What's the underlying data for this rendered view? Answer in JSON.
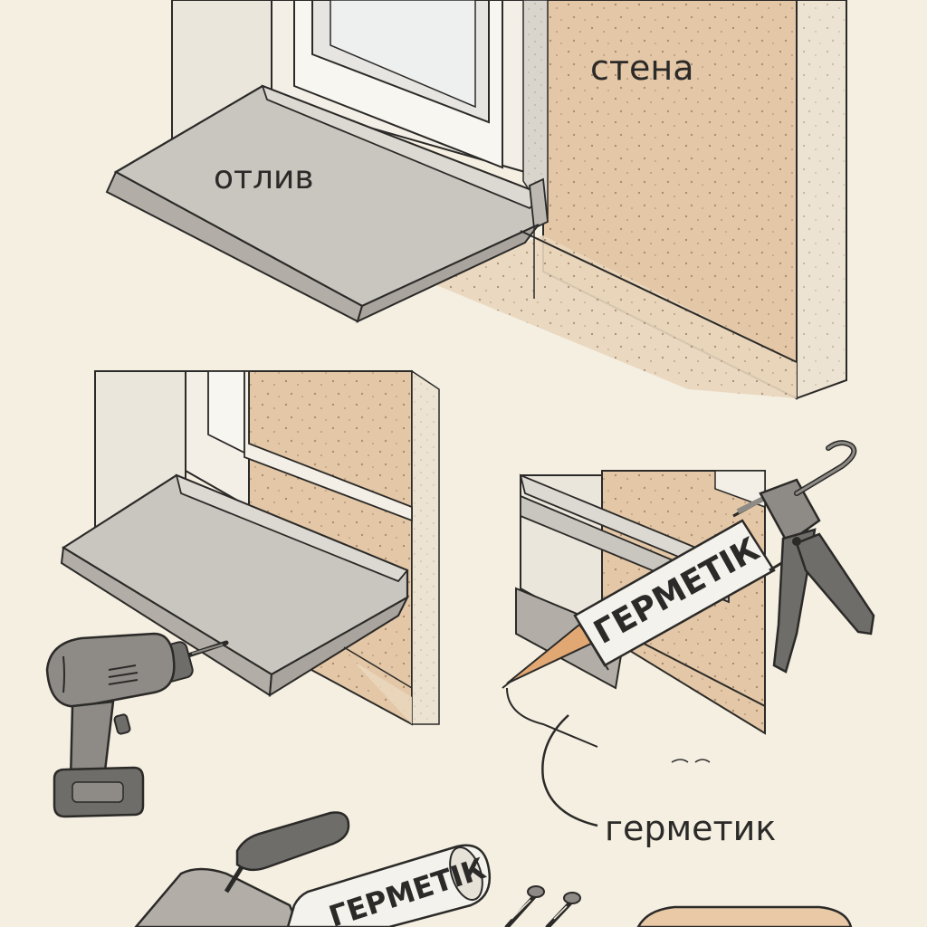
{
  "labels": {
    "sill": "отлив",
    "wall": "стена",
    "sealant": "герметик"
  },
  "tubes": {
    "gun_tube": "ГЕРМЕТІК",
    "loose_tube": "ГЕРМЕТІК"
  },
  "icons": [
    "drill-icon",
    "caulking-gun-icon",
    "trowel-icon",
    "sealant-tube-icon",
    "screw-icon"
  ],
  "colors": {
    "background": "#f5efe2",
    "wall": "#e3c7a6",
    "metal": "#c9c5bf",
    "frame": "#f3efe6",
    "outline": "#2b2a28"
  }
}
